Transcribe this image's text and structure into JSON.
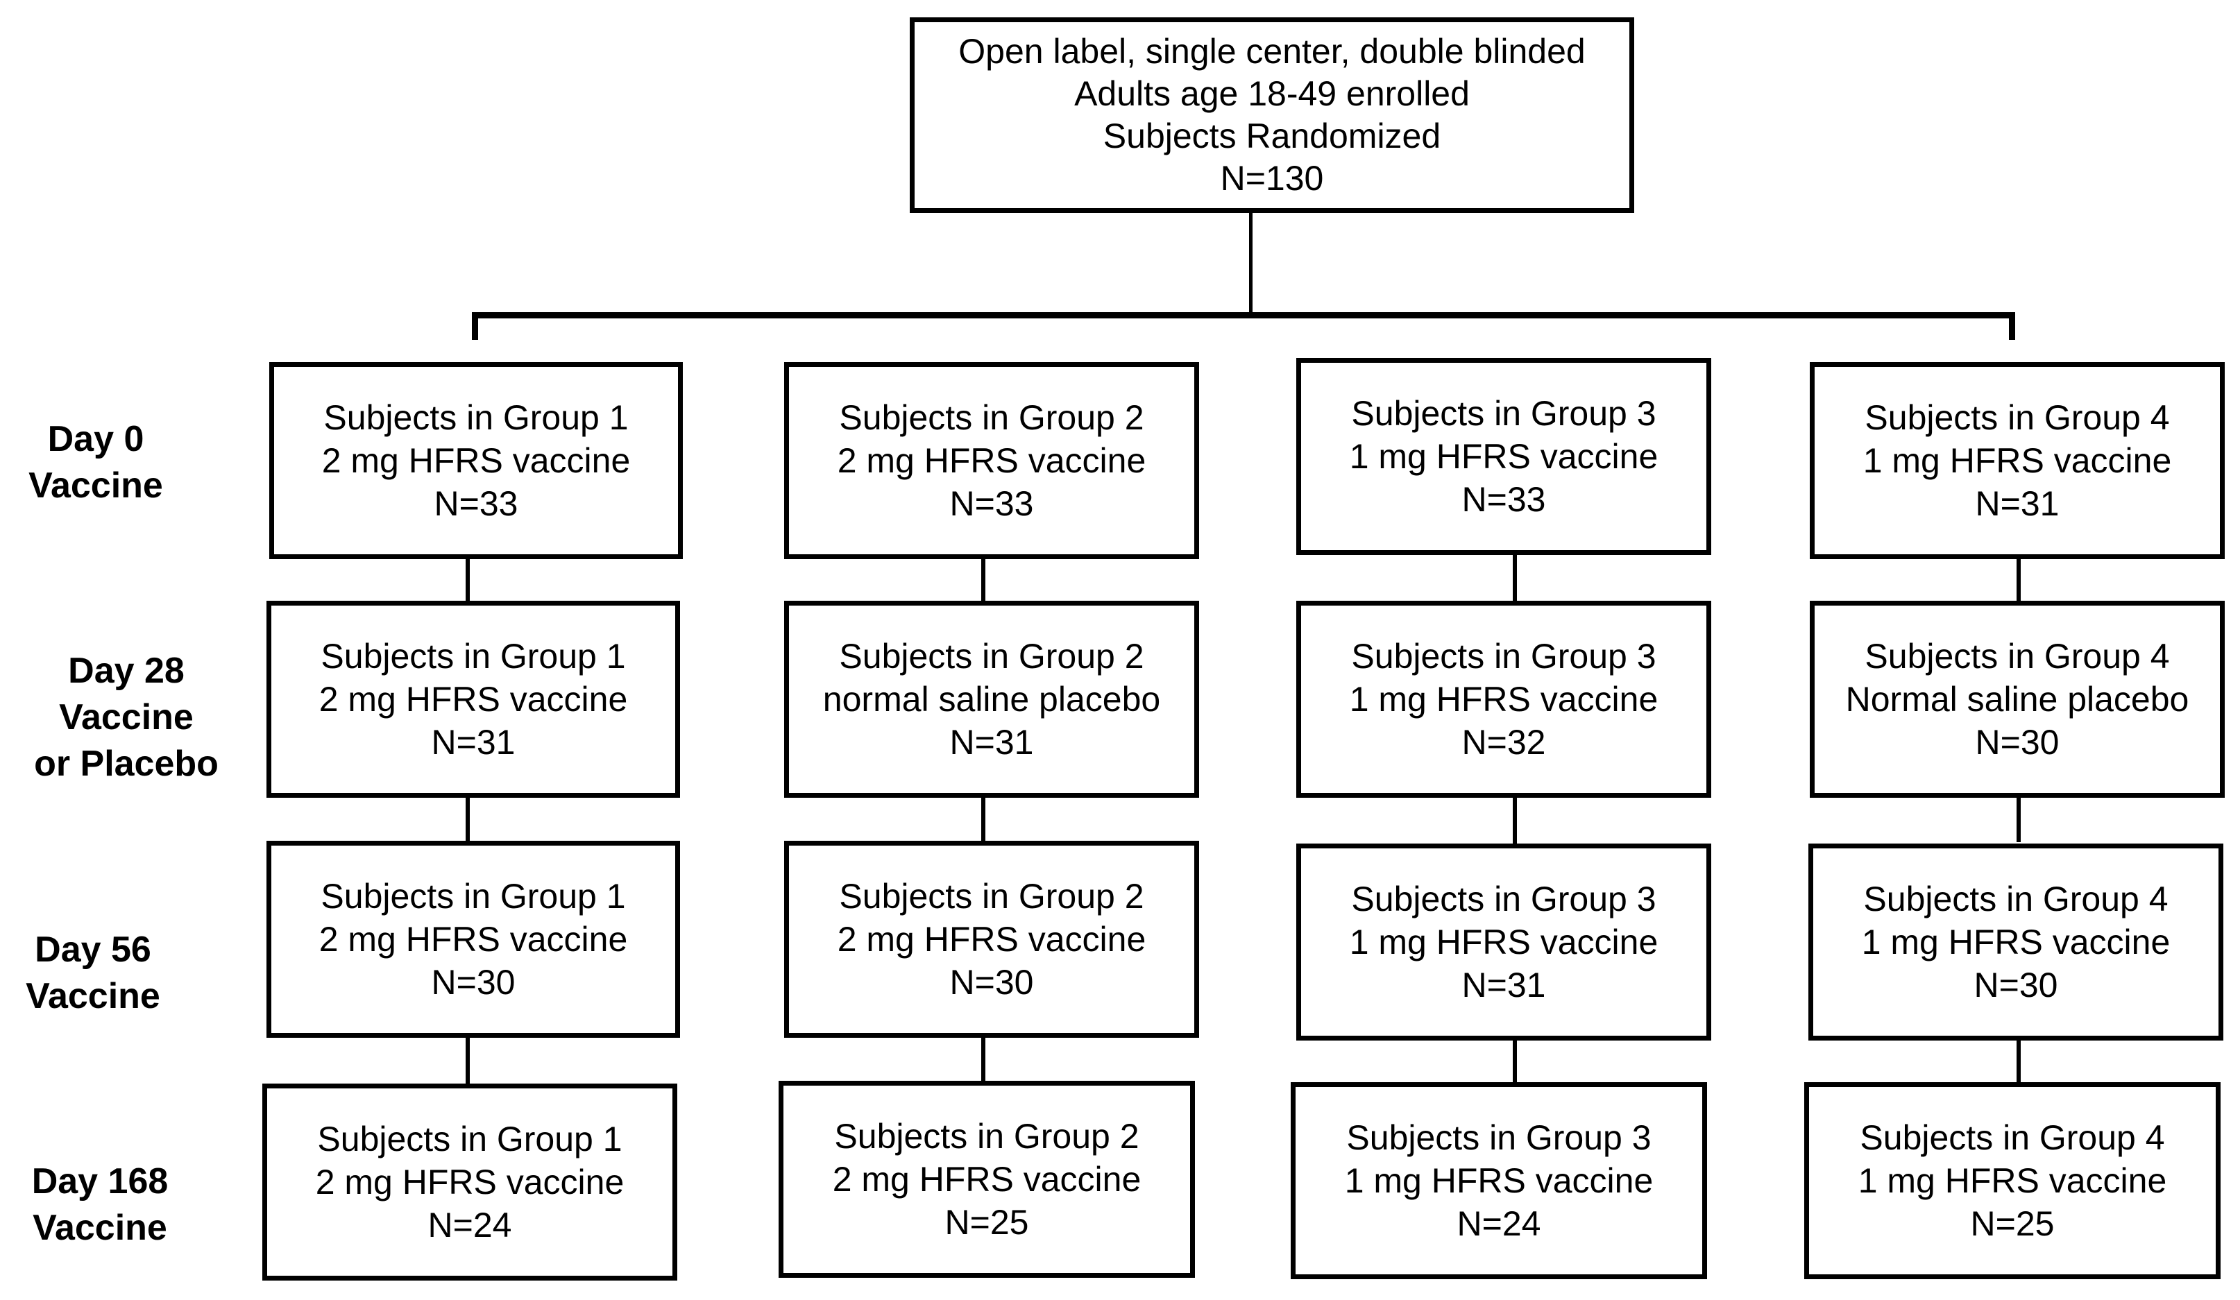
{
  "header_box": {
    "line1": "Open label, single center, double blinded",
    "line2": "Adults age 18-49 enrolled",
    "line3": "Subjects Randomized",
    "line4": "N=130"
  },
  "day_labels": [
    {
      "line1": "Day 0",
      "line2": "Vaccine",
      "line3": ""
    },
    {
      "line1": "Day 28",
      "line2": "Vaccine",
      "line3": "or Placebo"
    },
    {
      "line1": "Day 56",
      "line2": "Vaccine",
      "line3": ""
    },
    {
      "line1": "Day 168",
      "line2": "Vaccine",
      "line3": ""
    }
  ],
  "rows": [
    [
      {
        "group": "Subjects in Group 1",
        "treatment": "2 mg HFRS vaccine",
        "n": "N=33"
      },
      {
        "group": "Subjects in Group 2",
        "treatment": "2 mg HFRS vaccine",
        "n": "N=33"
      },
      {
        "group": "Subjects in Group 3",
        "treatment": "1 mg HFRS vaccine",
        "n": "N=33"
      },
      {
        "group": "Subjects in Group 4",
        "treatment": "1 mg HFRS vaccine",
        "n": "N=31"
      }
    ],
    [
      {
        "group": "Subjects in Group 1",
        "treatment": "2 mg HFRS vaccine",
        "n": "N=31"
      },
      {
        "group": "Subjects in Group 2",
        "treatment": "normal saline placebo",
        "n": "N=31"
      },
      {
        "group": "Subjects in Group 3",
        "treatment": "1 mg HFRS vaccine",
        "n": "N=32"
      },
      {
        "group": "Subjects in Group 4",
        "treatment": "Normal saline placebo",
        "n": "N=30"
      }
    ],
    [
      {
        "group": "Subjects in Group 1",
        "treatment": "2 mg HFRS vaccine",
        "n": "N=30"
      },
      {
        "group": "Subjects in Group 2",
        "treatment": "2 mg HFRS vaccine",
        "n": "N=30"
      },
      {
        "group": "Subjects in Group 3",
        "treatment": "1 mg HFRS vaccine",
        "n": "N=31"
      },
      {
        "group": "Subjects in Group 4",
        "treatment": "1 mg HFRS vaccine",
        "n": "N=30"
      }
    ],
    [
      {
        "group": "Subjects in Group 1",
        "treatment": "2 mg HFRS vaccine",
        "n": "N=24"
      },
      {
        "group": "Subjects in Group 2",
        "treatment": "2 mg HFRS vaccine",
        "n": "N=25"
      },
      {
        "group": "Subjects in Group 3",
        "treatment": "1 mg HFRS vaccine",
        "n": "N=24"
      },
      {
        "group": "Subjects in Group 4",
        "treatment": "1 mg HFRS vaccine",
        "n": "N=25"
      }
    ]
  ]
}
